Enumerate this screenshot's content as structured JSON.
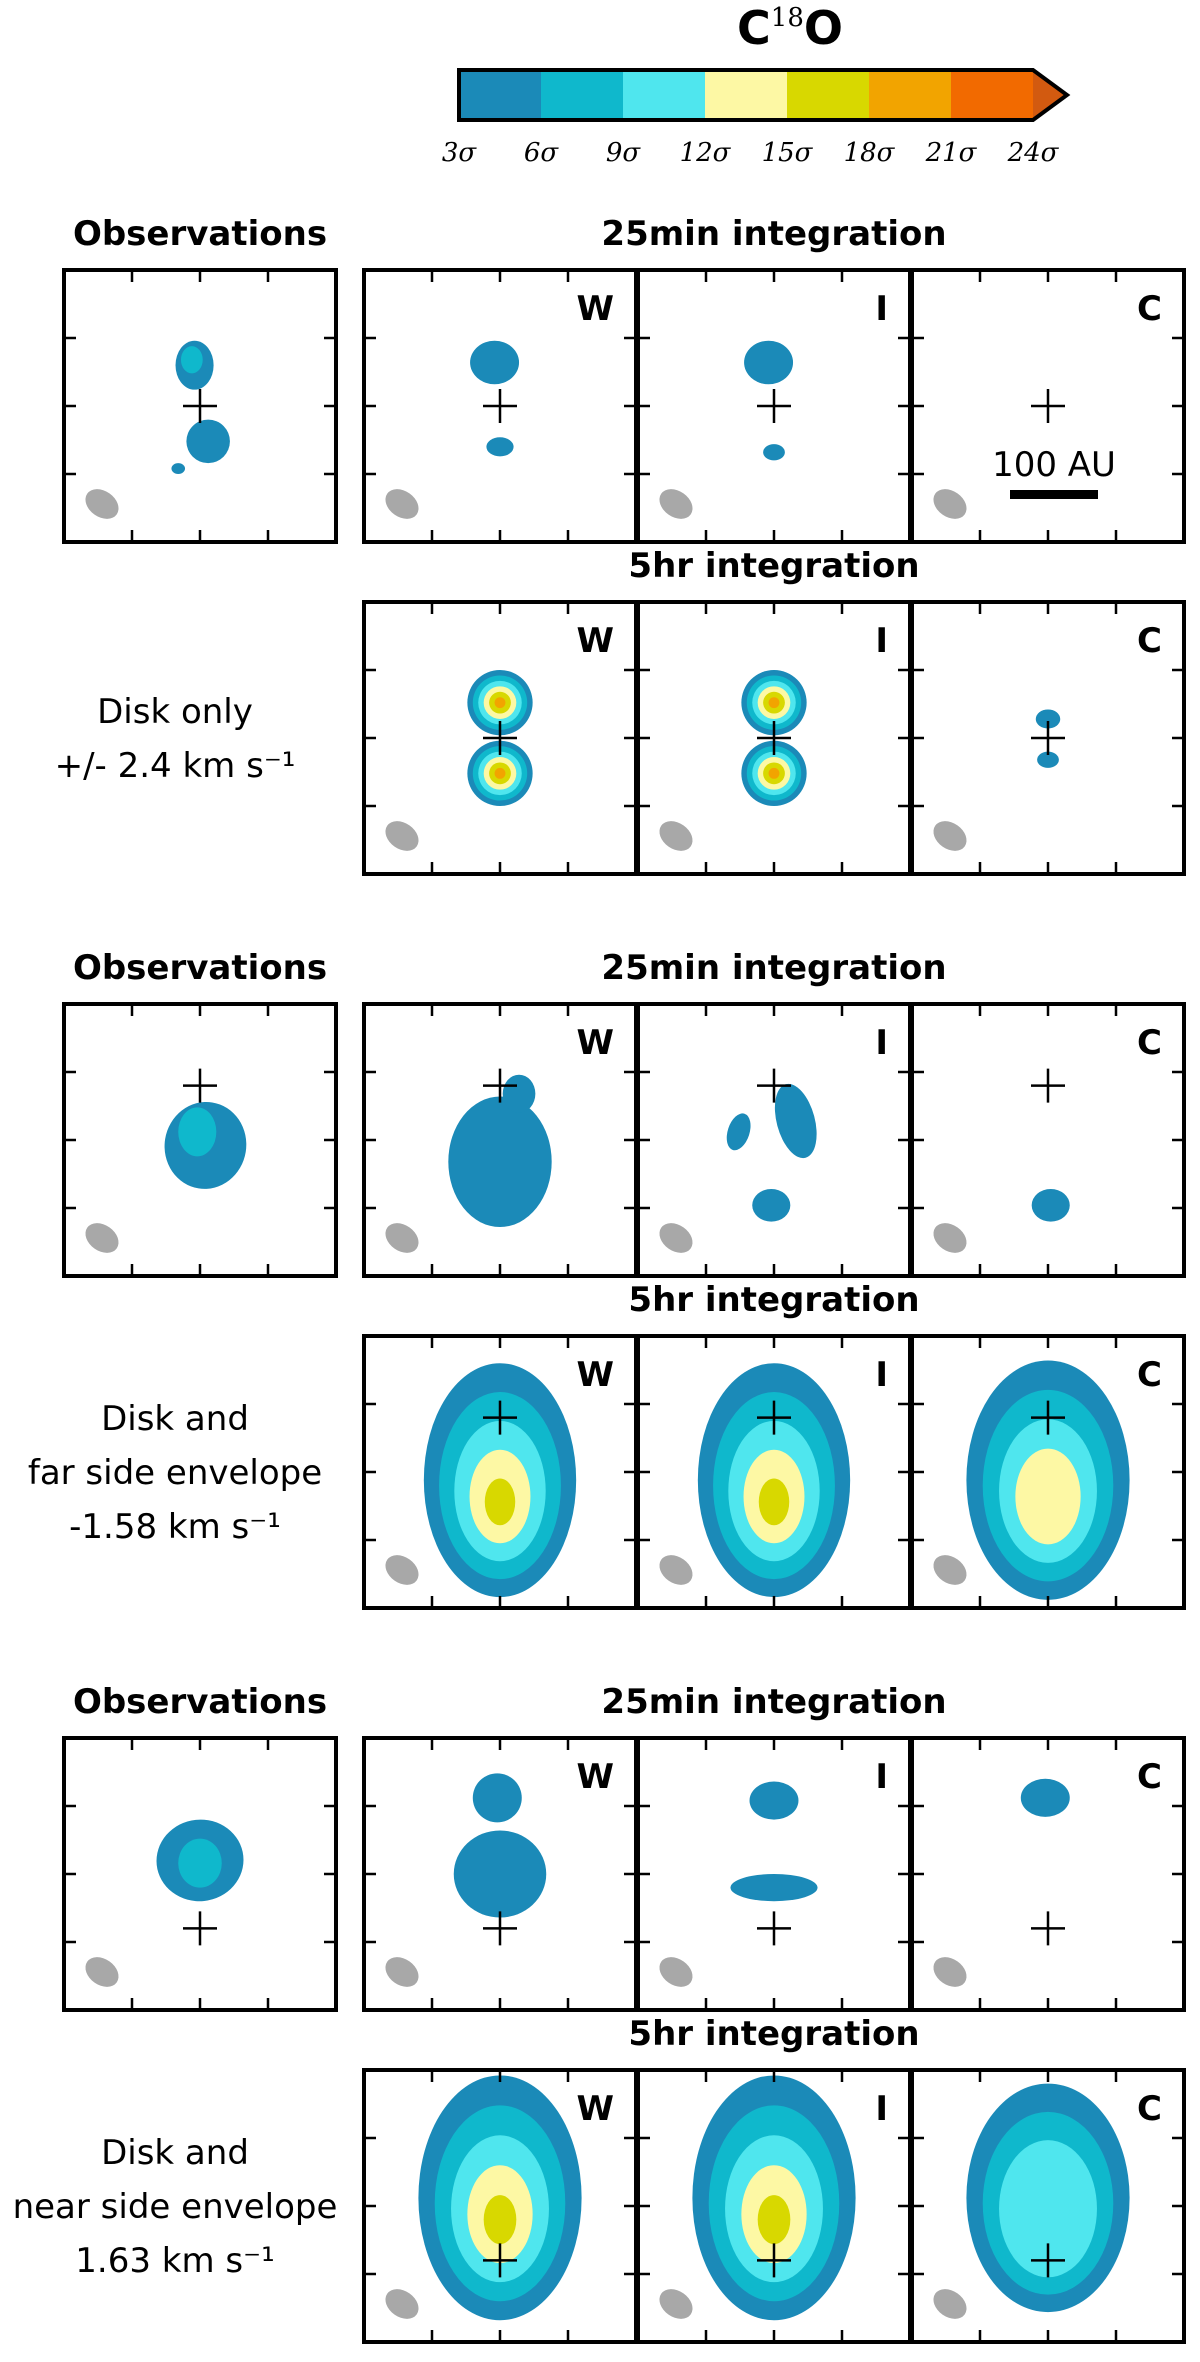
{
  "colorbar": {
    "title_main": "C",
    "title_sup": "18",
    "title_tail": "O",
    "ticks": [
      "3σ",
      "6σ",
      "9σ",
      "12σ",
      "15σ",
      "18σ",
      "21σ",
      "24σ"
    ],
    "colors": [
      "#1b8ab8",
      "#0fb8cc",
      "#4fe6ee",
      "#fdf8a4",
      "#d8d800",
      "#f2a400",
      "#f26a00",
      "#d25a10"
    ]
  },
  "beam_color": "#a8a8a8",
  "scale_bar_label": "100 AU",
  "panel_letters": [
    "W",
    "I",
    "C"
  ],
  "groups": [
    {
      "obs_label": "Observations",
      "short_label": "25min integration",
      "long_label": "5hr integration",
      "row_label": [
        "Disk only",
        "+/- 2.4 km s⁻¹"
      ]
    },
    {
      "obs_label": "Observations",
      "short_label": "25min integration",
      "long_label": "5hr integration",
      "row_label": [
        "Disk and",
        "far side envelope",
        "-1.58 km s⁻¹"
      ]
    },
    {
      "obs_label": "Observations",
      "short_label": "25min integration",
      "long_label": "5hr integration",
      "row_label": [
        "Disk and",
        "near side envelope",
        "1.63 km s⁻¹"
      ]
    }
  ]
}
